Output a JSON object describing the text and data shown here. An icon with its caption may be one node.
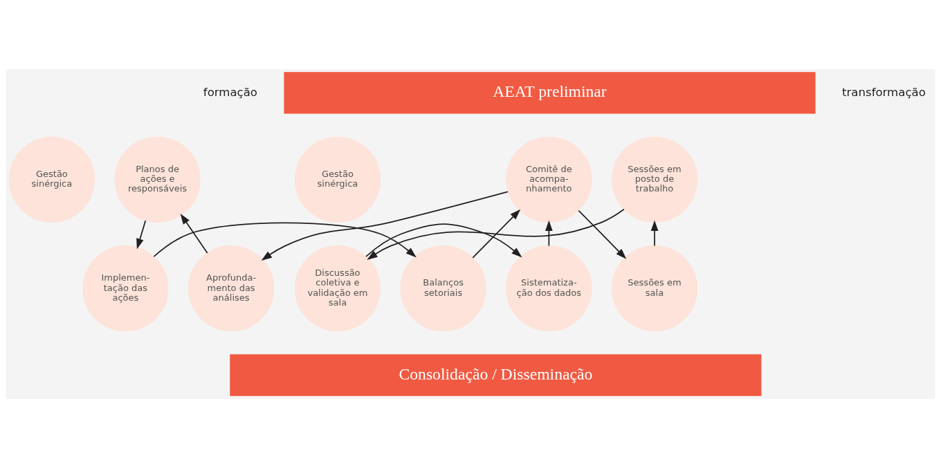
{
  "diagram": {
    "nodes": [
      {
        "text": [
          "AEAT preliminar"
        ]
      },
      {
        "text": [
          "Aprofunda- mento das análises"
        ]
      },
      {
        "text": [
          "Planos de ações e responsáveis"
        ]
      },
      {
        "text": [
          "Gestão sinérgica"
        ]
      },
      {
        "text": [
          "Comitê de acompa- nhamento"
        ]
      },
      {
        "text": [
          "Implemen- tação das ações"
        ]
      },
      {
        "text": [
          "Balanços setoriais"
        ]
      },
      {
        "text": [
          "Sessões em sala"
        ]
      },
      {
        "text": [
          "Sessões em posto de trabalho"
        ]
      },
      {
        "text": [
          "Gestão sinérgica"
        ]
      },
      {
        "text": [
          "Sistematiza- ção dos dados"
        ]
      },
      {
        "text": [
          "Discussão coletiva e validação em sala"
        ]
      },
      {
        "text": [
          "Consolidação / Disseminação"
        ]
      }
    ],
    "edges": [
      {
        "from": 4,
        "to": 1,
        "arrow": "to"
      },
      {
        "from": 1,
        "to": 2,
        "arrow": "to"
      },
      {
        "from": 2,
        "to": 5,
        "arrow": "to"
      },
      {
        "from": 5,
        "to": 6,
        "arrow": "to"
      },
      {
        "from": 6,
        "to": 4,
        "arrow": "to"
      },
      {
        "from": 4,
        "to": 7,
        "arrow": "to"
      },
      {
        "from": 7,
        "to": 8,
        "arrow": "to"
      },
      {
        "from": 8,
        "to": 11,
        "arrow": "to"
      },
      {
        "from": 11,
        "to": 10,
        "arrow": "to"
      },
      {
        "from": 10,
        "to": 4,
        "arrow": "to"
      }
    ],
    "labels": [
      "formação",
      "transformação"
    ]
  }
}
